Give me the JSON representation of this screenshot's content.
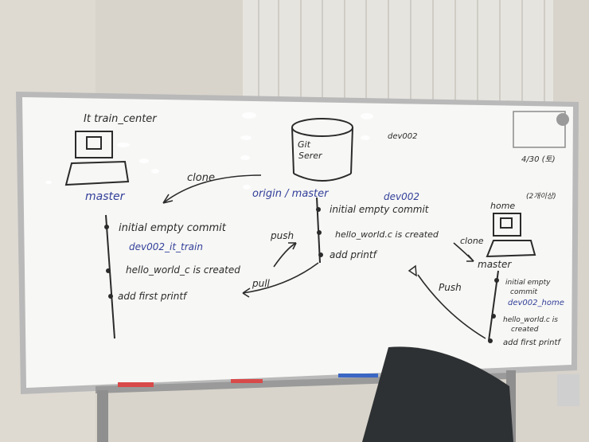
{
  "board": {
    "top_left_label": "It train_center",
    "server_label": "Git\nSerer",
    "server_line1": "Git",
    "server_line2": "Serer",
    "dev_label_top": "dev002",
    "top_right_note_1": "4/30 (토)",
    "top_right_note_2": "(2개이상)",
    "clone_left": "clone",
    "master_left": "master",
    "origin_master": "origin / master",
    "push_mid": "push",
    "pull_mid": "pull",
    "dev002_mid": "dev002",
    "home_label": "home",
    "clone_right": "clone",
    "master_right": "master",
    "push_right": "Push",
    "left_commits": [
      "initial empty commit",
      "dev002_it_train",
      "hello_world_c is created",
      "add first printf"
    ],
    "mid_commits": [
      "initial empty commit",
      "hello_world.c is created",
      "add printf"
    ],
    "right_commits": [
      "initial empty",
      "commit",
      "dev002_home",
      "hello_world.c is",
      "created",
      "add first printf"
    ]
  }
}
